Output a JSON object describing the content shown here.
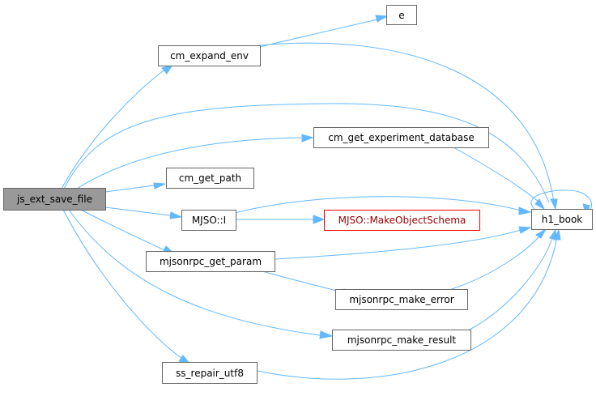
{
  "colors": {
    "edge": "#63b8ff",
    "node_border": "#666666",
    "root_fill": "#999999",
    "highlight_border": "#ff0000",
    "highlight_text": "#9a0000"
  },
  "nodes": {
    "js_ext_save_file": "js_ext_save_file",
    "e": "e",
    "cm_expand_env": "cm_expand_env",
    "cm_get_experiment_database": "cm_get_experiment_database",
    "cm_get_path": "cm_get_path",
    "mjso_i": "MJSO::I",
    "mjso_make_object_schema": "MJSO::MakeObjectSchema",
    "h1_book": "h1_book",
    "mjsonrpc_get_param": "mjsonrpc_get_param",
    "mjsonrpc_make_error": "mjsonrpc_make_error",
    "mjsonrpc_make_result": "mjsonrpc_make_result",
    "ss_repair_utf8": "ss_repair_utf8"
  }
}
